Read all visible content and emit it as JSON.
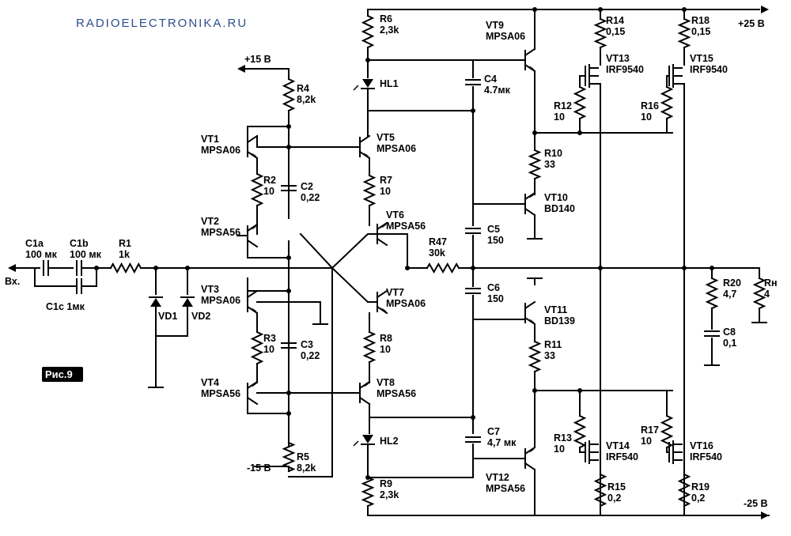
{
  "header": {
    "site": "RADIOELECTRONIKA.RU"
  },
  "figure_label": "Рис.9",
  "rails": {
    "pos15": "+15 В",
    "neg15": "-15 В",
    "pos25": "+25 В",
    "neg25": "-25 В"
  },
  "input_label": "Вх.",
  "components": {
    "c1a": [
      "C1a",
      "100 мк"
    ],
    "c1b": [
      "C1b",
      "100 мк"
    ],
    "c1c": [
      "C1c 1мк"
    ],
    "r1": [
      "R1",
      "1k"
    ],
    "vd1": [
      "VD1"
    ],
    "vd2": [
      "VD2"
    ],
    "r4": [
      "R4",
      "8,2k"
    ],
    "r5": [
      "R5",
      "8,2k"
    ],
    "vt1": [
      "VT1",
      "MPSA06"
    ],
    "vt2": [
      "VT2",
      "MPSA56"
    ],
    "vt3": [
      "VT3",
      "MPSA06"
    ],
    "vt4": [
      "VT4",
      "MPSA56"
    ],
    "r2": [
      "R2",
      "10"
    ],
    "r3": [
      "R3",
      "10"
    ],
    "c2": [
      "C2",
      "0,22"
    ],
    "c3": [
      "C3",
      "0,22"
    ],
    "r6": [
      "R6",
      "2,3k"
    ],
    "r9": [
      "R9",
      "2,3k"
    ],
    "hl1": [
      "HL1"
    ],
    "hl2": [
      "HL2"
    ],
    "vt5": [
      "VT5",
      "MPSA06"
    ],
    "vt6": [
      "VT6",
      "MPSA56"
    ],
    "vt7": [
      "VT7",
      "MPSA06"
    ],
    "vt8": [
      "VT8",
      "MPSA56"
    ],
    "r7": [
      "R7",
      "10"
    ],
    "r8": [
      "R8",
      "10"
    ],
    "r47": [
      "R47",
      "30k"
    ],
    "c4": [
      "C4",
      "4.7мк"
    ],
    "c5": [
      "C5",
      "150"
    ],
    "c6": [
      "C6",
      "150"
    ],
    "c7": [
      "C7",
      "4,7 мк"
    ],
    "vt9": [
      "VT9",
      "MPSA06"
    ],
    "vt12": [
      "VT12",
      "MPSA56"
    ],
    "r10": [
      "R10",
      "33"
    ],
    "r11": [
      "R11",
      "33"
    ],
    "vt10": [
      "VT10",
      "BD140"
    ],
    "vt11": [
      "VT11",
      "BD139"
    ],
    "r12": [
      "R12",
      "10"
    ],
    "r16": [
      "R16",
      "10"
    ],
    "r13": [
      "R13",
      "10"
    ],
    "r17": [
      "R17",
      "10"
    ],
    "vt13": [
      "VT13",
      "IRF9540"
    ],
    "vt15": [
      "VT15",
      "IRF9540"
    ],
    "vt14": [
      "VT14",
      "IRF540"
    ],
    "vt16": [
      "VT16",
      "IRF540"
    ],
    "r14": [
      "R14",
      "0,15"
    ],
    "r18": [
      "R18",
      "0,15"
    ],
    "r15": [
      "R15",
      "0,2"
    ],
    "r19": [
      "R19",
      "0,2"
    ],
    "r20": [
      "R20",
      "4,7"
    ],
    "c8": [
      "C8",
      "0,1"
    ],
    "rn": [
      "Rн",
      "4"
    ]
  }
}
